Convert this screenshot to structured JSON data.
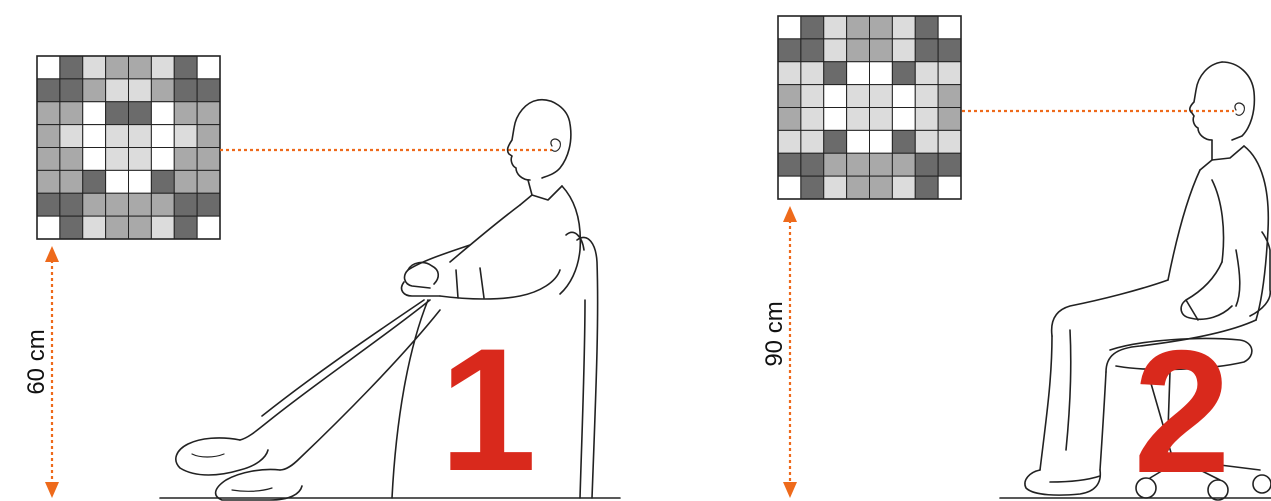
{
  "scenes": [
    {
      "id": "1",
      "number": "1",
      "height_label": "60 cm",
      "grid_pattern": [
        [
          0,
          3,
          1,
          2,
          2,
          1,
          3,
          0
        ],
        [
          3,
          3,
          2,
          1,
          1,
          2,
          3,
          3
        ],
        [
          2,
          2,
          0,
          3,
          3,
          0,
          2,
          2
        ],
        [
          2,
          1,
          0,
          1,
          1,
          0,
          1,
          2
        ],
        [
          2,
          2,
          0,
          1,
          1,
          0,
          2,
          2
        ],
        [
          2,
          2,
          3,
          0,
          0,
          3,
          2,
          2
        ],
        [
          3,
          3,
          2,
          2,
          2,
          2,
          3,
          3
        ],
        [
          0,
          3,
          1,
          2,
          2,
          1,
          3,
          0
        ]
      ]
    },
    {
      "id": "2",
      "number": "2",
      "height_label": "90 cm",
      "grid_pattern": [
        [
          0,
          3,
          1,
          2,
          2,
          1,
          3,
          0
        ],
        [
          3,
          3,
          1,
          2,
          2,
          1,
          3,
          3
        ],
        [
          1,
          1,
          3,
          0,
          0,
          3,
          1,
          1
        ],
        [
          2,
          1,
          0,
          1,
          1,
          0,
          1,
          2
        ],
        [
          2,
          1,
          0,
          1,
          1,
          0,
          1,
          2
        ],
        [
          1,
          1,
          3,
          0,
          0,
          3,
          1,
          1
        ],
        [
          3,
          3,
          2,
          2,
          2,
          2,
          3,
          3
        ],
        [
          0,
          3,
          1,
          2,
          2,
          1,
          3,
          0
        ]
      ]
    }
  ],
  "colors": {
    "cell_shades": [
      "#ffffff",
      "#dcdcdc",
      "#a9a9a9",
      "#6b6b6b"
    ],
    "grid_line": "#222222",
    "measure_line": "#ee6a1b",
    "number": "#d9291c",
    "figure_line": "#222222"
  }
}
